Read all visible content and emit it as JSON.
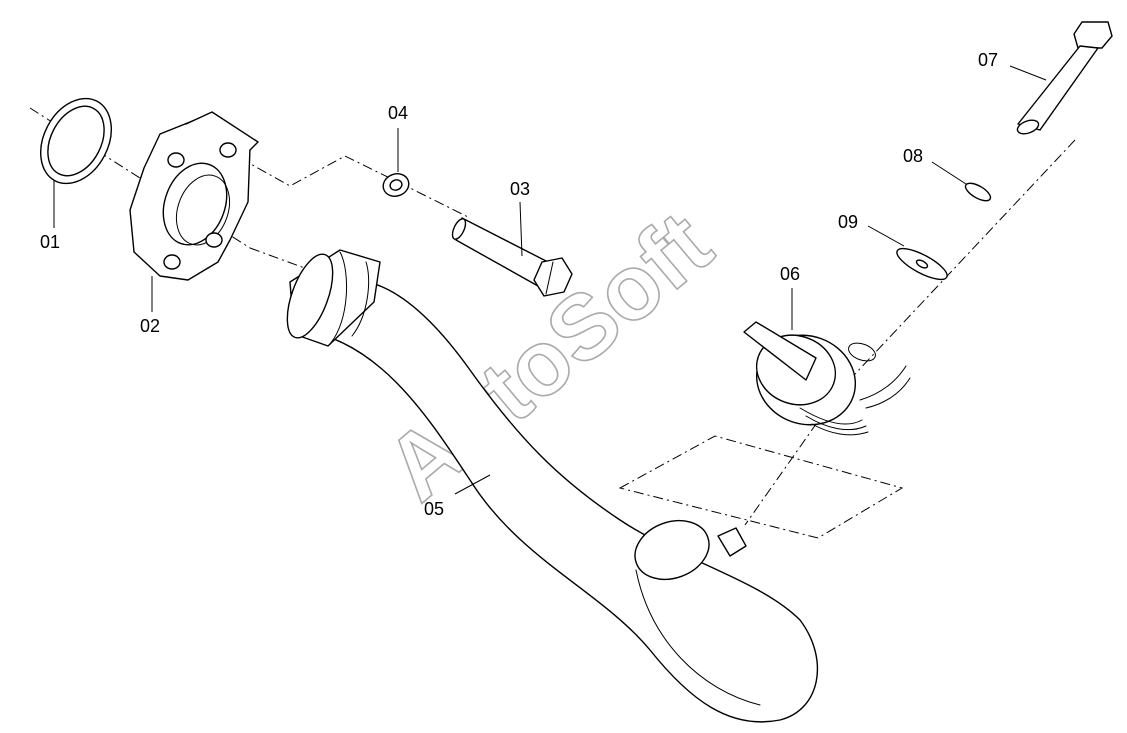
{
  "watermark": "AutoSoft",
  "callouts": {
    "c01": "01",
    "c02": "02",
    "c03": "03",
    "c04": "04",
    "c05": "05",
    "c06": "06",
    "c07": "07",
    "c08": "08",
    "c09": "09"
  }
}
